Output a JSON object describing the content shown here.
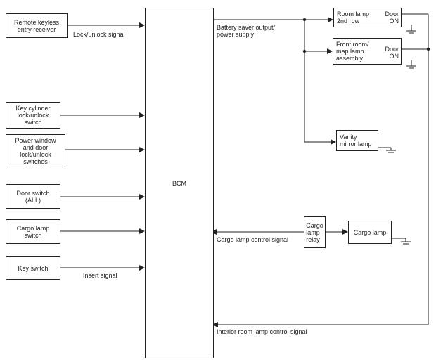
{
  "inputs": {
    "remote_keyless": "Remote keyless\nentry receiver",
    "key_cylinder": "Key cylinder\nlock/unlock\nswitch",
    "power_window": "Power window\nand door\nlock/unlock\nswitches",
    "door_switch": "Door switch\n(ALL)",
    "cargo_lamp_switch": "Cargo lamp\nswitch",
    "key_switch": "Key switch"
  },
  "bcm": {
    "label": "BCM"
  },
  "signals": {
    "lock_unlock": "Lock/unlock signal",
    "insert": "Insert signal",
    "battery_saver": "Battery saver output/\npower supply",
    "cargo_lamp_control": "Cargo lamp control signal",
    "interior_room_lamp_control": "Interior room lamp control signal"
  },
  "outputs": {
    "room_lamp_2nd_row": {
      "name": "Room lamp\n2nd row",
      "switch": "Door\nON"
    },
    "front_room_map_lamp": {
      "name": "Front room/\nmap lamp\nassembly",
      "switch": "Door\nON"
    },
    "vanity_mirror_lamp": "Vanity\nmirror lamp",
    "cargo_lamp_relay": "Cargo\nlamp\nrelay",
    "cargo_lamp": "Cargo lamp"
  }
}
